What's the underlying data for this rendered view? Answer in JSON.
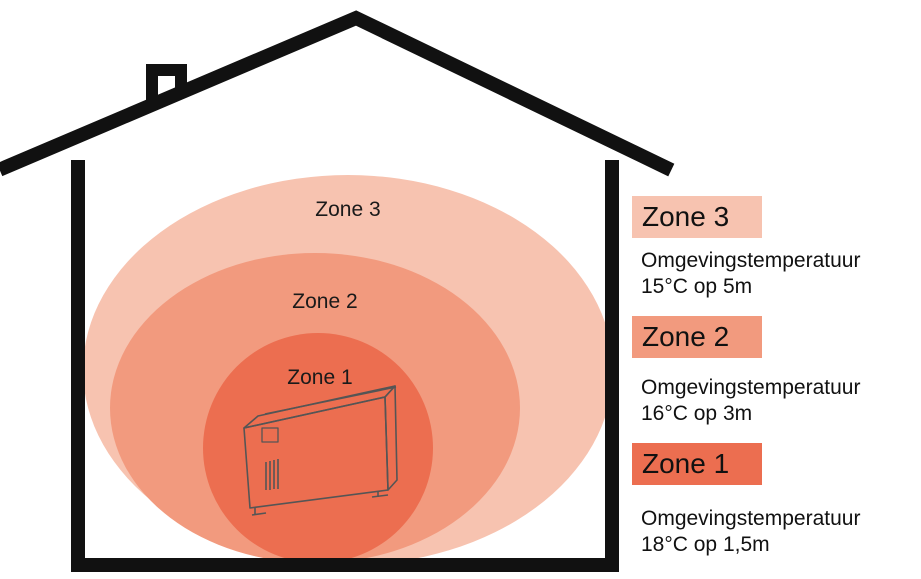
{
  "colors": {
    "zone3": "#f7c3b0",
    "zone2": "#f29a7e",
    "zone1": "#ec6e50",
    "house_outline": "#111111",
    "heater": "#555555"
  },
  "icons": [
    "house-outline-icon",
    "chimney-icon",
    "heater-icon"
  ],
  "diagram": {
    "zones": [
      {
        "id": "zone3",
        "label": "Zone 3"
      },
      {
        "id": "zone2",
        "label": "Zone 2"
      },
      {
        "id": "zone1",
        "label": "Zone 1"
      }
    ]
  },
  "legend": [
    {
      "badge": "Zone 3",
      "line1": "Omgevingstemperatuur",
      "line2": "15°C op 5m"
    },
    {
      "badge": "Zone 2",
      "line1": "Omgevingstemperatuur",
      "line2": "16°C op 3m"
    },
    {
      "badge": "Zone 1",
      "line1": "Omgevingstemperatuur",
      "line2": "18°C op 1,5m"
    }
  ]
}
